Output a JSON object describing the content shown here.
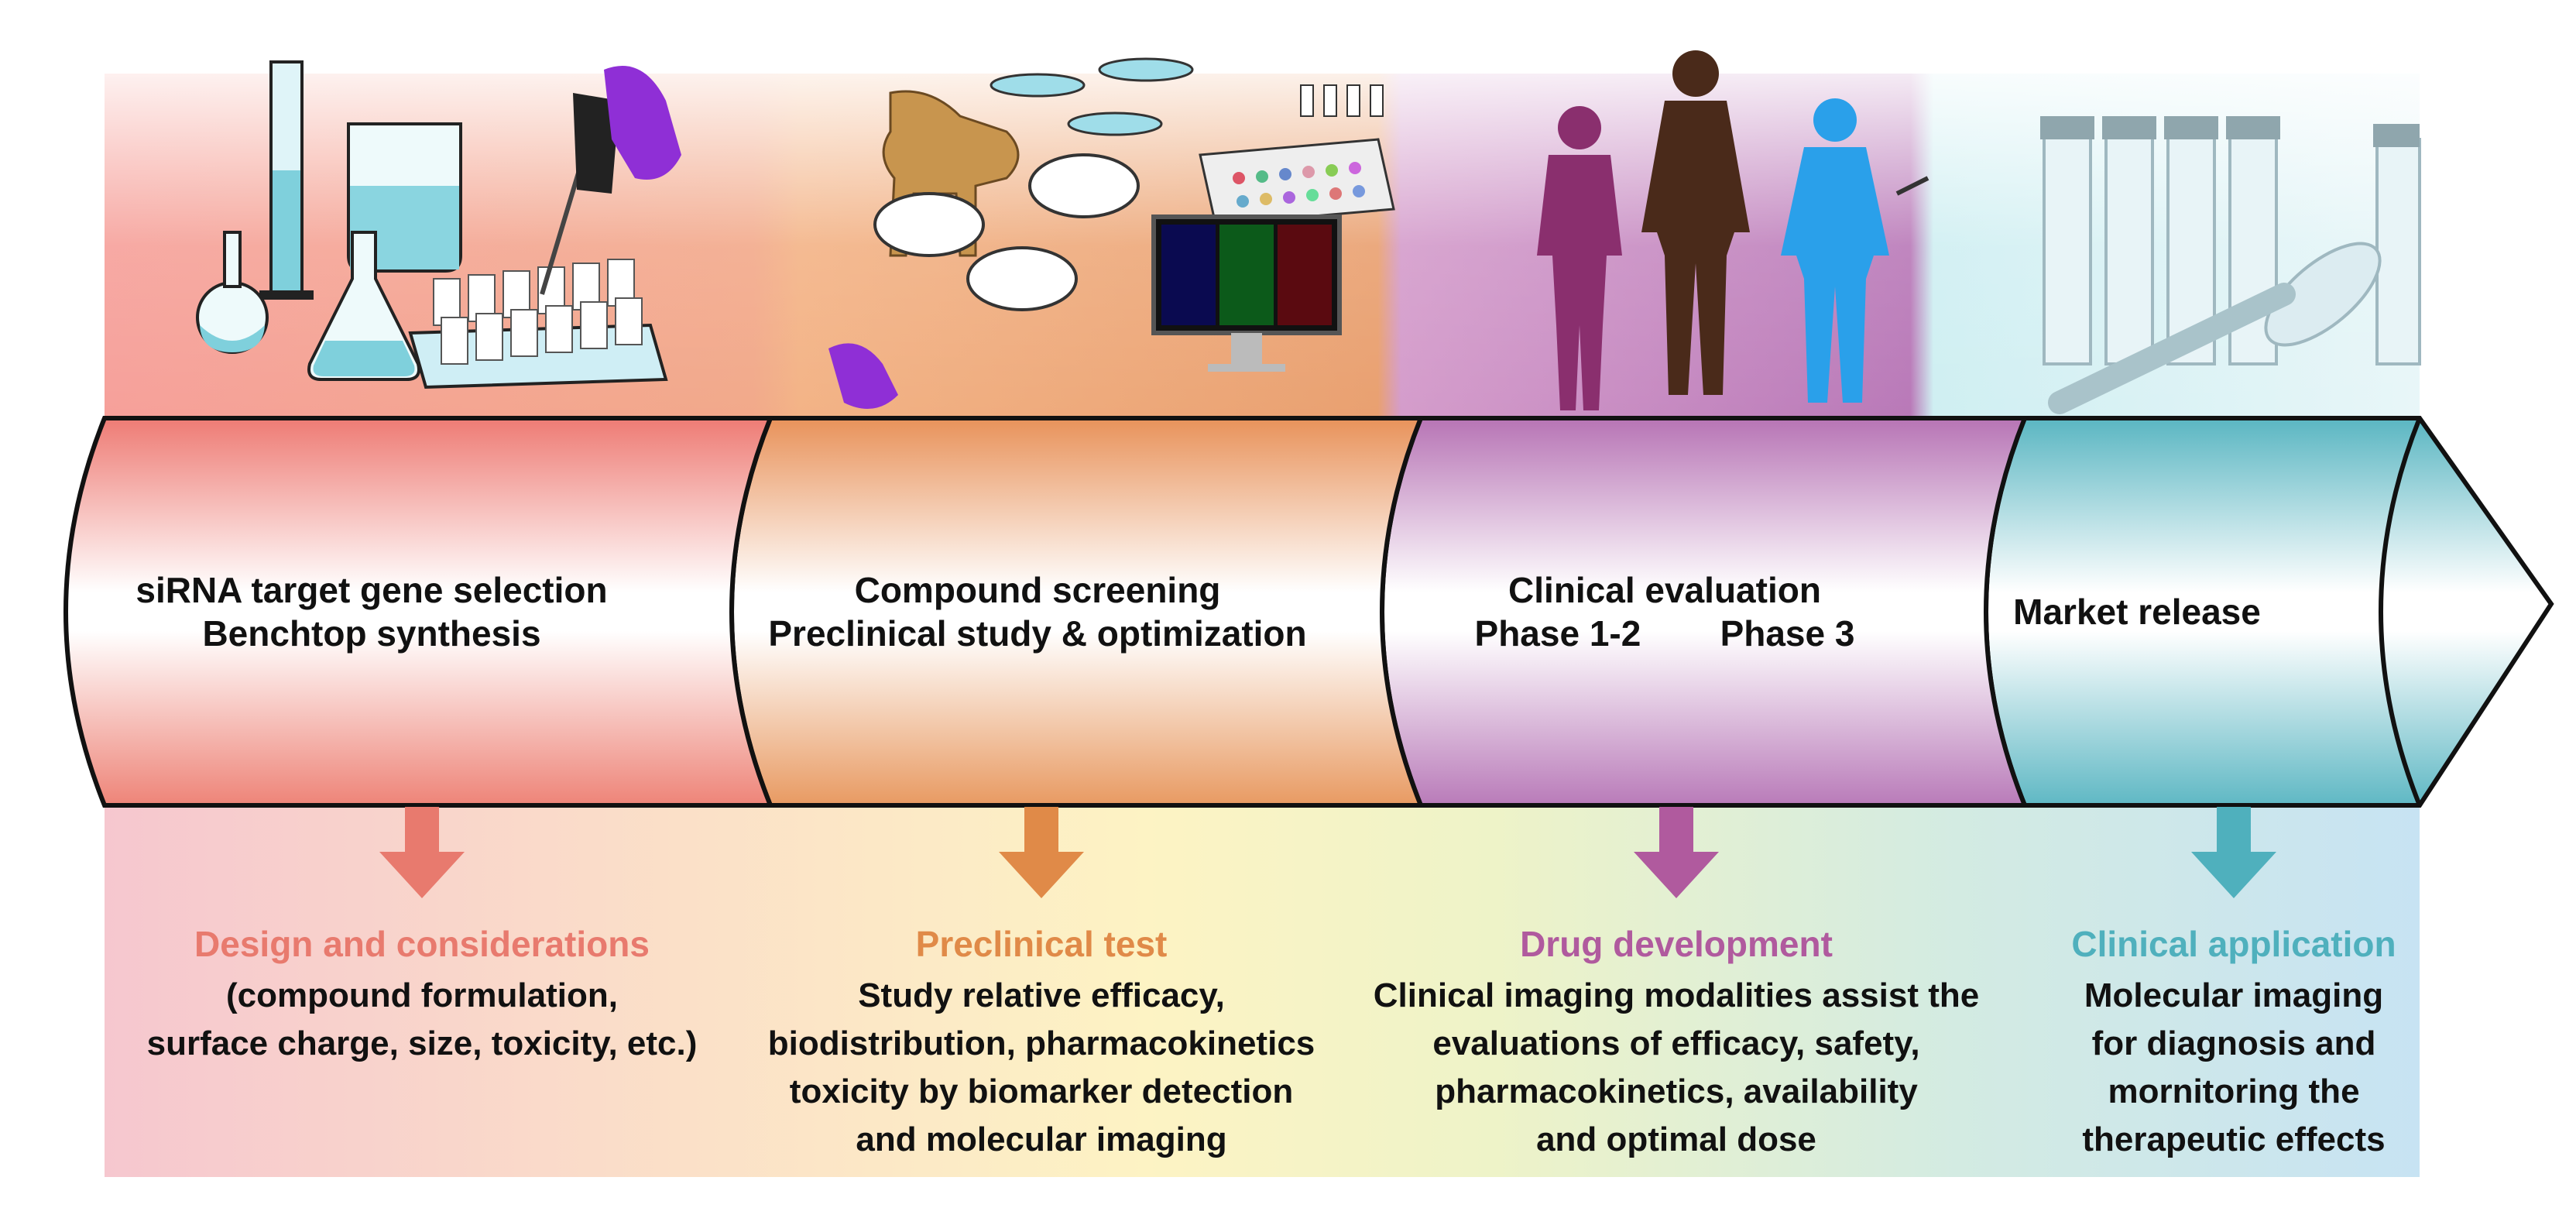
{
  "stages": [
    {
      "id": "target",
      "lines": [
        "siRNA target gene selection",
        "Benchtop synthesis"
      ],
      "heading": "Design and considerations",
      "details": [
        "(compound formulation,",
        "surface charge, size, toxicity, etc.)"
      ],
      "accent": "#e87a6e",
      "top_color": "#f4a49c",
      "band_color": "#f5b1a6",
      "icon": "lab-glassware-icon"
    },
    {
      "id": "preclinical",
      "lines": [
        "Compound screening",
        "Preclinical study & optimization"
      ],
      "heading": "Preclinical test",
      "details": [
        "Study relative efficacy,",
        "biodistribution, pharmacokinetics",
        "toxicity by biomarker detection",
        "and molecular imaging"
      ],
      "accent": "#e08a48",
      "top_color": "#f2b688",
      "band_color": "#f0b27f",
      "icon": "animal-testing-icon"
    },
    {
      "id": "clinical",
      "lines": [
        "Clinical evaluation",
        "Phase 1-2        Phase 3"
      ],
      "heading": "Drug development",
      "details": [
        "Clinical imaging modalities assist the",
        "evaluations of efficacy, safety,",
        "pharmacokinetics, availability",
        "and optimal dose"
      ],
      "accent": "#b05a9e",
      "top_color": "#c58cbf",
      "band_color": "#c48cc1",
      "icon": "human-figures-icon"
    },
    {
      "id": "market",
      "lines": [
        "Market release"
      ],
      "heading": "Clinical application",
      "details": [
        "Molecular imaging",
        "for diagnosis and",
        "mornitoring the",
        "therapeutic effects"
      ],
      "accent": "#4fb0bd",
      "top_color": "#8fd0d8",
      "band_color": "#7fc6cf",
      "icon": "vial-syringe-icon"
    }
  ]
}
